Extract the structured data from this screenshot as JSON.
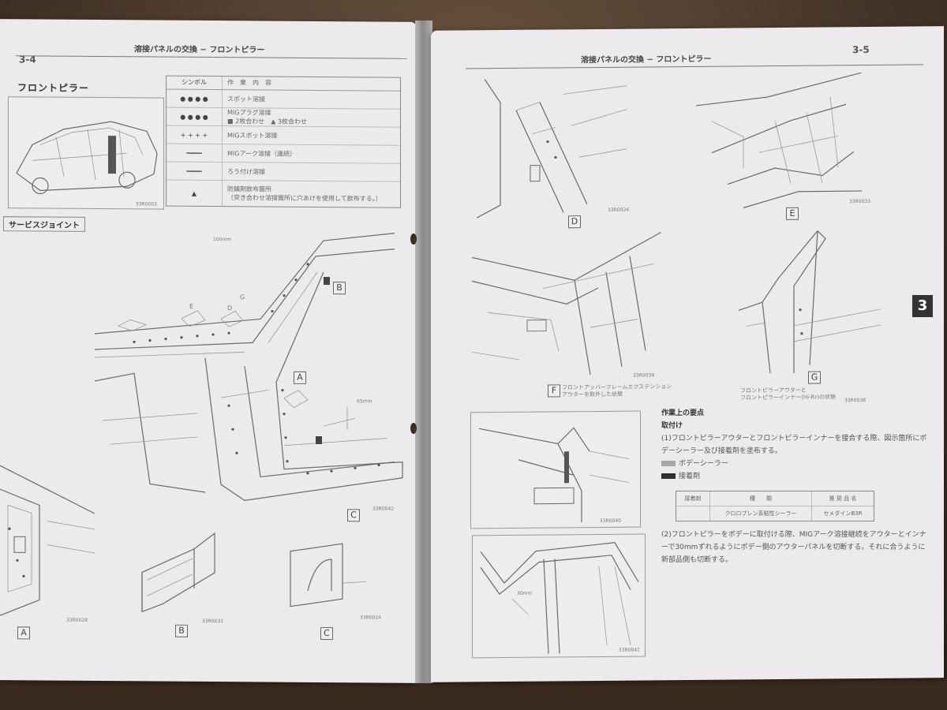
{
  "left_page": {
    "page_number": "3-4",
    "running_head": "溶接パネルの交換 − フロントピラー",
    "section_title": "フロントピラー",
    "overview_code": "33R0003",
    "legend": {
      "header_symbol": "シンボル",
      "header_content": "作　業　内　容",
      "rows": [
        {
          "symbol": "● ● ● ●",
          "text": "スポット溶接",
          "sub": ""
        },
        {
          "symbol": "● ● ● ●",
          "text": "MIGプラグ溶接",
          "sub": "■ 2枚合わせ　▲ 3枚合わせ"
        },
        {
          "symbol": "+ + + +",
          "text": "MIGスポット溶接",
          "sub": ""
        },
        {
          "symbol": "━━━━",
          "text": "MIGアーク溶接（連続）",
          "sub": ""
        },
        {
          "symbol": "━━━━",
          "text": "ろう付け溶接",
          "sub": ""
        },
        {
          "symbol": "▲",
          "text": "防錆剤飲布箇所",
          "sub": "（突き合わせ溶接箇所に穴あけを使用して飲布する。）"
        }
      ]
    },
    "service_joint_label": "サービスジョイント",
    "main_code": "33R0042",
    "dim_a": "100mm",
    "dim_b": "65mm",
    "letters": {
      "a": "A",
      "b": "B",
      "c": "C",
      "d": "D",
      "e": "E",
      "g": "G"
    },
    "figures": [
      {
        "letter": "A",
        "code": "33R0028"
      },
      {
        "letter": "B",
        "code": "33R0031"
      },
      {
        "letter": "C",
        "code": "33R0024"
      }
    ]
  },
  "right_page": {
    "page_number": "3-5",
    "running_head": "溶接パネルの交換 − フロントピラー",
    "tab": "3",
    "figures": [
      {
        "letter": "D",
        "code": "33R0024"
      },
      {
        "letter": "E",
        "code": "33R0033"
      },
      {
        "letter": "F",
        "code": "33R0039",
        "caption": "フロントアッパーフレームエクステンション\nアウターを取外した状態"
      },
      {
        "letter": "G",
        "code": "33R0038",
        "caption": "フロントピラーアウターと\nフロントピラーインナー(Hi-Rr)の状態"
      }
    ],
    "bottom_codes": [
      "33R0040",
      "33R0041"
    ],
    "bottom_dim": "30mm",
    "notes": {
      "heading": "作業上の要点",
      "subheading": "取付け",
      "item1": "(1)フロントピラーアウターとフロントピラーインナーを接合する際、図示箇所にボデーシーラー及び接着剤を塗布する。",
      "legend_sealer": "ボデーシーラー",
      "legend_adhesive": "接着剤",
      "legend_sealer_color": "#a8a8a8",
      "legend_adhesive_color": "#2e2e2e",
      "table": {
        "headers": [
          "接着剤",
          "種　　類",
          "推 奨 品 名"
        ],
        "row": [
          "",
          "クロロプレン系粘性シーラー",
          "セメダインⅢ3R"
        ]
      },
      "item2": "(2)フロントピラーをボデーに取付ける際、MIGアーク溶接継続をアウターとインナーで30mmずれるようにボデー側のアウターパネルを切断する。それに合うように新部品側も切断する。"
    }
  }
}
